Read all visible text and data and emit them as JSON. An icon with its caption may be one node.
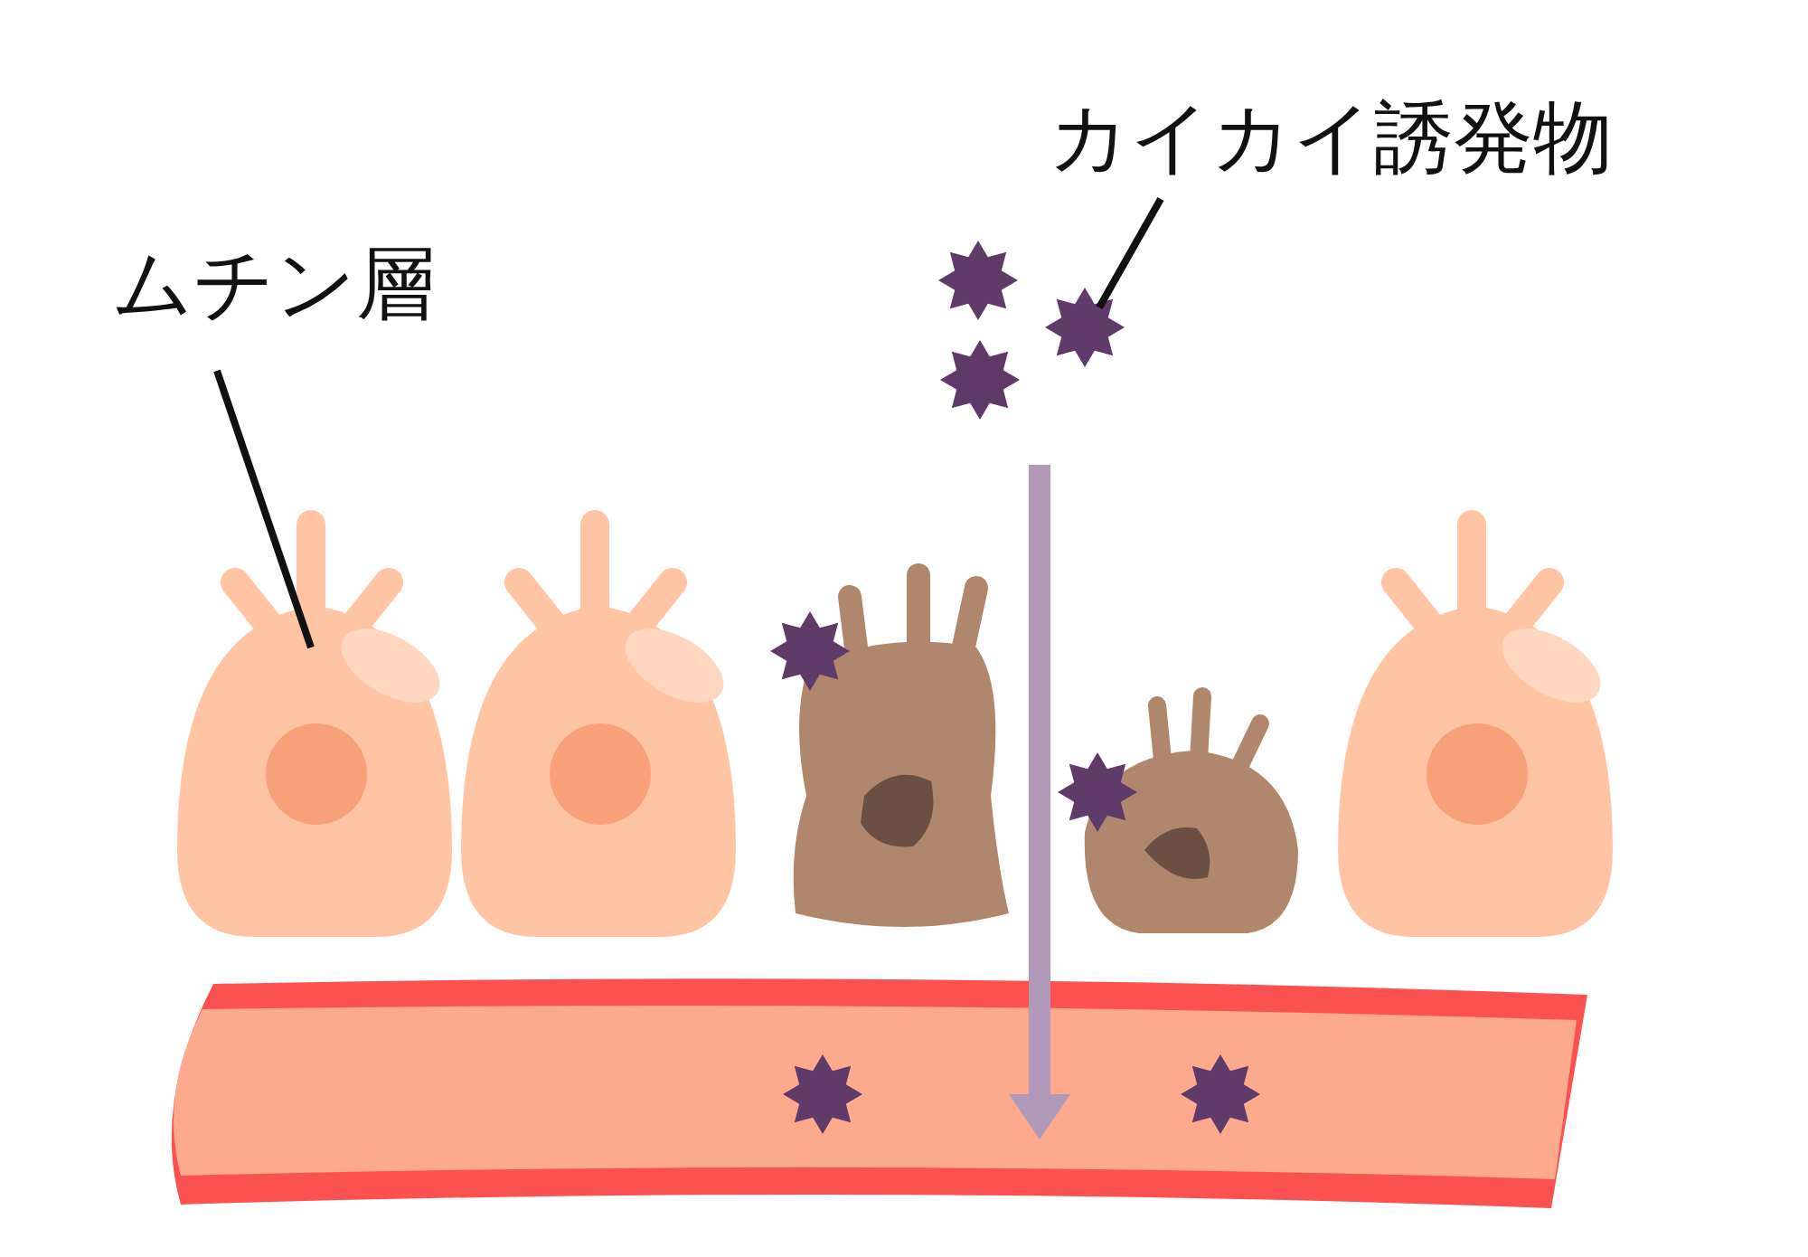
{
  "diagram": {
    "nodes": [
      {
        "text": [
          "ムチン層"
        ]
      },
      {
        "text": [],
        "shape": "picture"
      },
      {
        "text": [
          "カイカイ誘発物"
        ]
      },
      {
        "text": [],
        "shape": "picture"
      }
    ],
    "edges": [
      {
        "from": 0,
        "to": 1,
        "arrow": "none"
      },
      {
        "from": 2,
        "to": 3,
        "arrow": "none"
      }
    ]
  }
}
